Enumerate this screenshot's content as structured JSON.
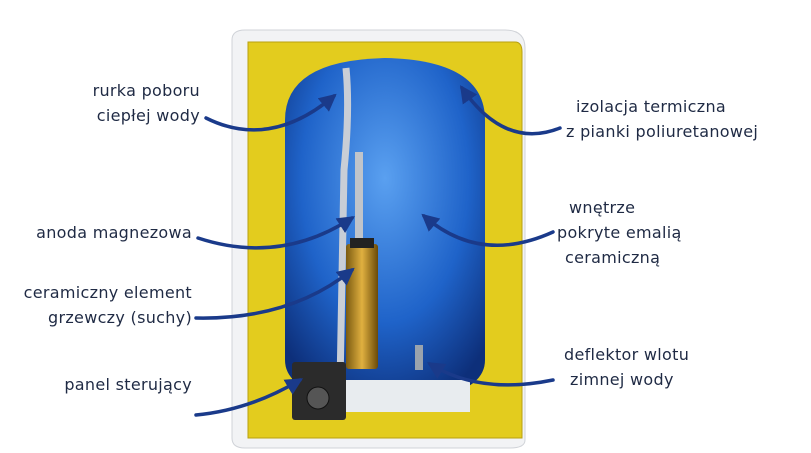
{
  "labels": {
    "hot_water_pipe": [
      "rurka poboru",
      "ciepłej wody"
    ],
    "anode": [
      "anoda magnezowa"
    ],
    "heating_element": [
      "ceramiczny element",
      "grzewczy (suchy)"
    ],
    "control_panel": [
      "panel sterujący"
    ],
    "insulation": [
      "izolacja termiczna",
      "z pianki poliuretanowej"
    ],
    "interior": [
      "wnętrze",
      "pokryte emalią",
      "ceramiczną"
    ],
    "deflector": [
      "deflektor wlotu",
      "zimnej wody"
    ]
  },
  "colors": {
    "arrow": "#1a3a8a",
    "insulation": "#e3cc1e",
    "tank": "#1f63c9",
    "text": "#1f2a44"
  }
}
